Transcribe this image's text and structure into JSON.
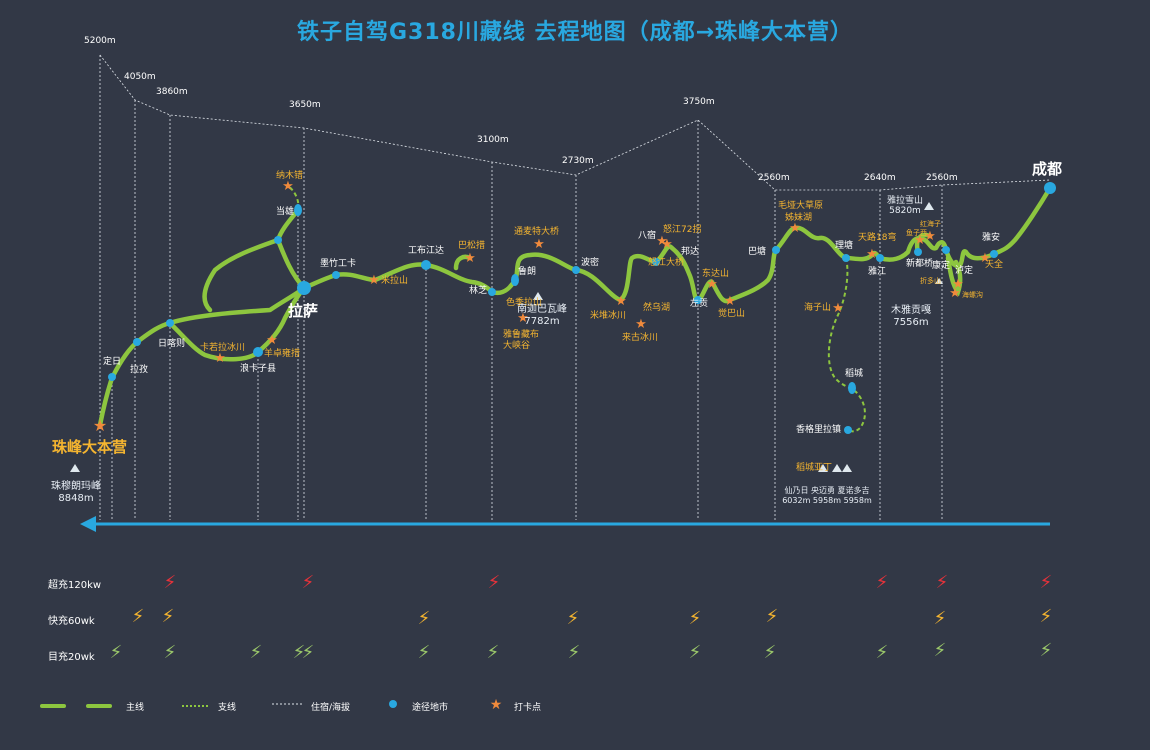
{
  "title": "铁子自驾G318川藏线 去程地图（成都→珠峰大本营）",
  "altitudes": [
    "5200m",
    "4050m",
    "3860m",
    "3650m",
    "3100m",
    "2730m",
    "3750m",
    "2560m",
    "2640m",
    "2560m"
  ],
  "big_labels": {
    "chengdu": "成都",
    "lhasa": "拉萨",
    "everest_camp": "珠峰大本营"
  },
  "towns": [
    "定日",
    "拉孜",
    "日喀则",
    "浪卡子县",
    "当雄",
    "墨竹工卡",
    "工布江达",
    "林芝",
    "鲁朗",
    "波密",
    "八宿",
    "邦达",
    "左贡",
    "巴塘",
    "理塘",
    "雅江",
    "新都桥",
    "康定",
    "泸定",
    "雅安"
  ],
  "spots": [
    "纳木错",
    "卡若拉冰川",
    "羊卓雍措",
    "米拉山",
    "巴松措",
    "通麦特大桥",
    "色季拉山",
    "雅鲁藏布大峡谷",
    "来古冰川",
    "米堆冰川",
    "然乌湖",
    "怒江72拐",
    "怒江大桥",
    "东达山",
    "觉巴山",
    "毛垭大草原",
    "姊妹湖",
    "海子山",
    "天路18弯",
    "鱼子西",
    "红海子",
    "天全",
    "折多山",
    "海螺沟"
  ],
  "branch": [
    "稻城",
    "香格里拉镇"
  ],
  "peaks": {
    "everest": [
      "珠穆朗玛峰",
      "8848m"
    ],
    "namchabarwa": [
      "南迦巴瓦峰",
      "7782m"
    ],
    "minya": [
      "木雅贡嘎",
      "7556m"
    ],
    "yala": [
      "雅拉雪山",
      "5820m"
    ],
    "daocheng_label": "稻城亚丁",
    "daocheng": [
      "仙乃日 央迈勇 夏诺多吉",
      "6032m 5958m 5958m"
    ]
  },
  "charging": {
    "rows": [
      "超充120kw",
      "快充60wk",
      "目充20wk"
    ],
    "colors": {
      "super": "#e8323a",
      "fast": "#f5b530",
      "slow": "#9bc86a"
    }
  },
  "legend": [
    "主线",
    "支线",
    "住宿/海拔",
    "途径地市",
    "打卡点"
  ],
  "colors": {
    "route": "#8dc63f",
    "river": "#29a8e0",
    "star": "#f08a3c",
    "title": "#29a8e0",
    "bg": "#323846"
  }
}
